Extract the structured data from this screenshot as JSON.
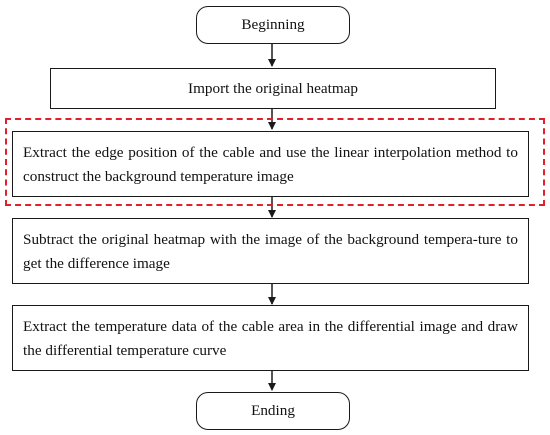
{
  "flowchart": {
    "start": "Beginning",
    "steps": [
      "Import the original heatmap",
      "Extract the edge position of the cable and use the linear interpolation method to construct the background temperature image",
      "Subtract the original heatmap with the image of the background tempera-ture to get the difference image",
      "Extract the temperature data of the cable area in the differential image and draw the differential temperature curve"
    ],
    "end": "Ending"
  },
  "colors": {
    "highlight_frame": "#e0202a",
    "box_border": "#1a1a1a"
  }
}
